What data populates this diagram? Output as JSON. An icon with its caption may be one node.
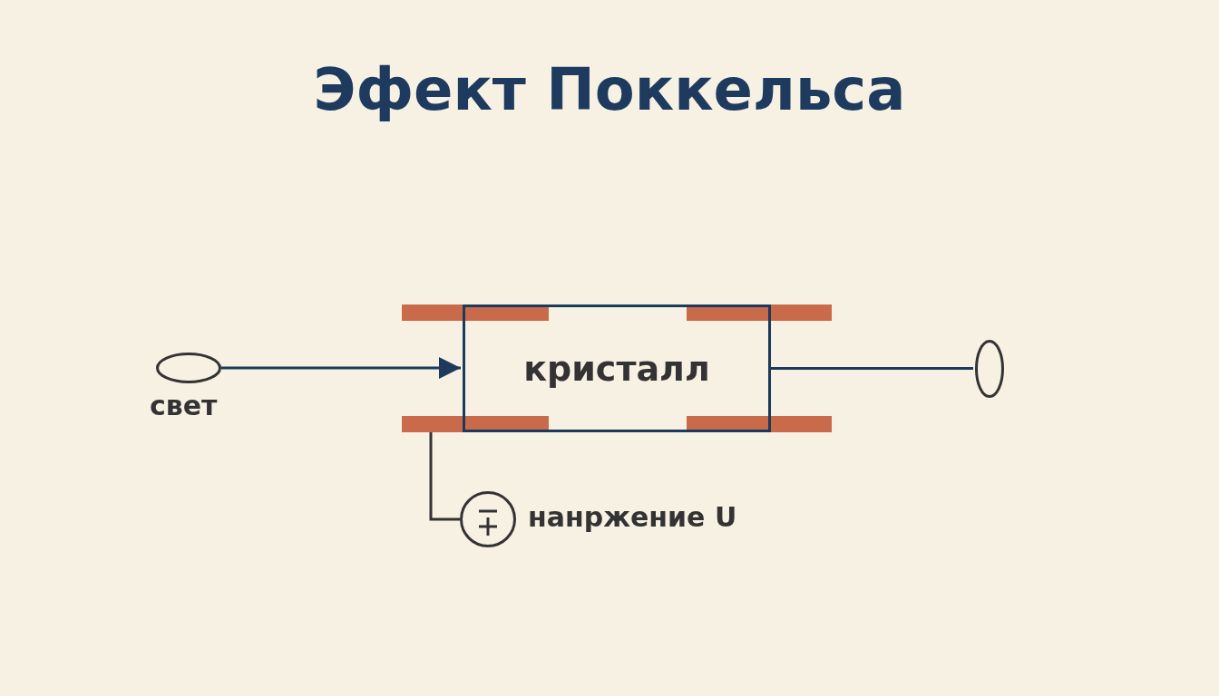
{
  "diagram": {
    "title": "Эфект Поккельса",
    "nodes": [
      {
        "text": [],
        "shape": "ellipse",
        "beside": [
          "свет"
        ]
      },
      {
        "text": [],
        "shape": "bar"
      },
      {
        "text": [],
        "shape": "bar"
      },
      {
        "text": [
          "кристалл"
        ]
      },
      {
        "text": [],
        "shape": "ellipse"
      },
      {
        "text": [],
        "shape": "bar"
      },
      {
        "text": [],
        "shape": "bar"
      },
      {
        "text": [],
        "shape": "circle",
        "beside": [
          "нанржение U"
        ]
      }
    ],
    "edges": [
      {
        "from": 0,
        "to": 3,
        "arrow": "to"
      },
      {
        "from": 3,
        "to": 4,
        "arrow": "none"
      },
      {
        "from": 5,
        "to": 7,
        "arrow": "none",
        "color": "#333333"
      }
    ]
  }
}
